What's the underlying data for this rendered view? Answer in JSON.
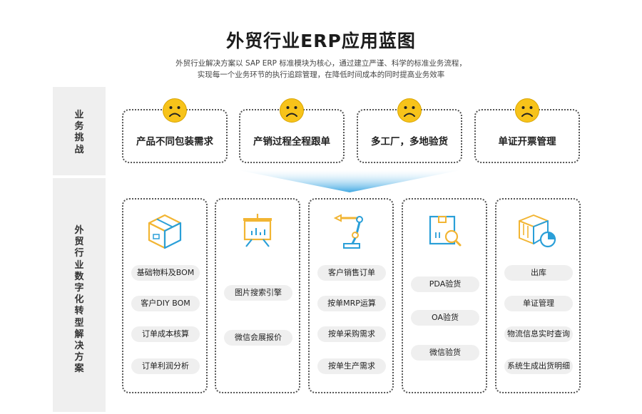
{
  "header": {
    "title": "外贸行业ERP应用蓝图",
    "subtitle_line1": "外贸行业解决方案以 SAP ERP 标准模块为核心，通过建立严谨、科学的标准业务流程，",
    "subtitle_line2": "实现每一个业务环节的执行追踪管理，在降低时间成本的同时提高业务效率"
  },
  "sections": {
    "challenges_label": [
      "业",
      "务",
      "挑",
      "战"
    ],
    "solutions_label": [
      "外",
      "贸",
      "行",
      "业",
      "数",
      "字",
      "化",
      "转",
      "型",
      "解",
      "决",
      "方",
      "案"
    ]
  },
  "challenges": [
    {
      "label": "产品不同包装需求",
      "icon": "sad-face-icon"
    },
    {
      "label": "产销过程全程跟单",
      "icon": "sad-face-icon"
    },
    {
      "label": "多工厂，多地验货",
      "icon": "sad-face-icon"
    },
    {
      "label": "单证开票管理",
      "icon": "sad-face-icon"
    }
  ],
  "columns": [
    {
      "icon": "box-icon",
      "items": [
        "基础物料及BOM",
        "客户DIY BOM",
        "订单成本核算",
        "订单利润分析"
      ]
    },
    {
      "icon": "presentation-board-icon",
      "items": [
        "图片搜索引擎",
        "微信会展报价"
      ]
    },
    {
      "icon": "robot-arm-icon",
      "items": [
        "客户销售订单",
        "按单MRP运算",
        "按单采购需求",
        "按单生产需求"
      ]
    },
    {
      "icon": "package-inspection-icon",
      "items": [
        "PDA验货",
        "OA验货",
        "微信验货"
      ]
    },
    {
      "icon": "boxes-chart-icon",
      "items": [
        "出库",
        "单证管理",
        "物流信息实时查询",
        "系统生成出货明细"
      ]
    }
  ],
  "colors": {
    "accent_yellow": "#f7c31a",
    "accent_blue": "#2a9fd8",
    "pill_bg": "#efefef",
    "side_bg": "#efefef"
  }
}
